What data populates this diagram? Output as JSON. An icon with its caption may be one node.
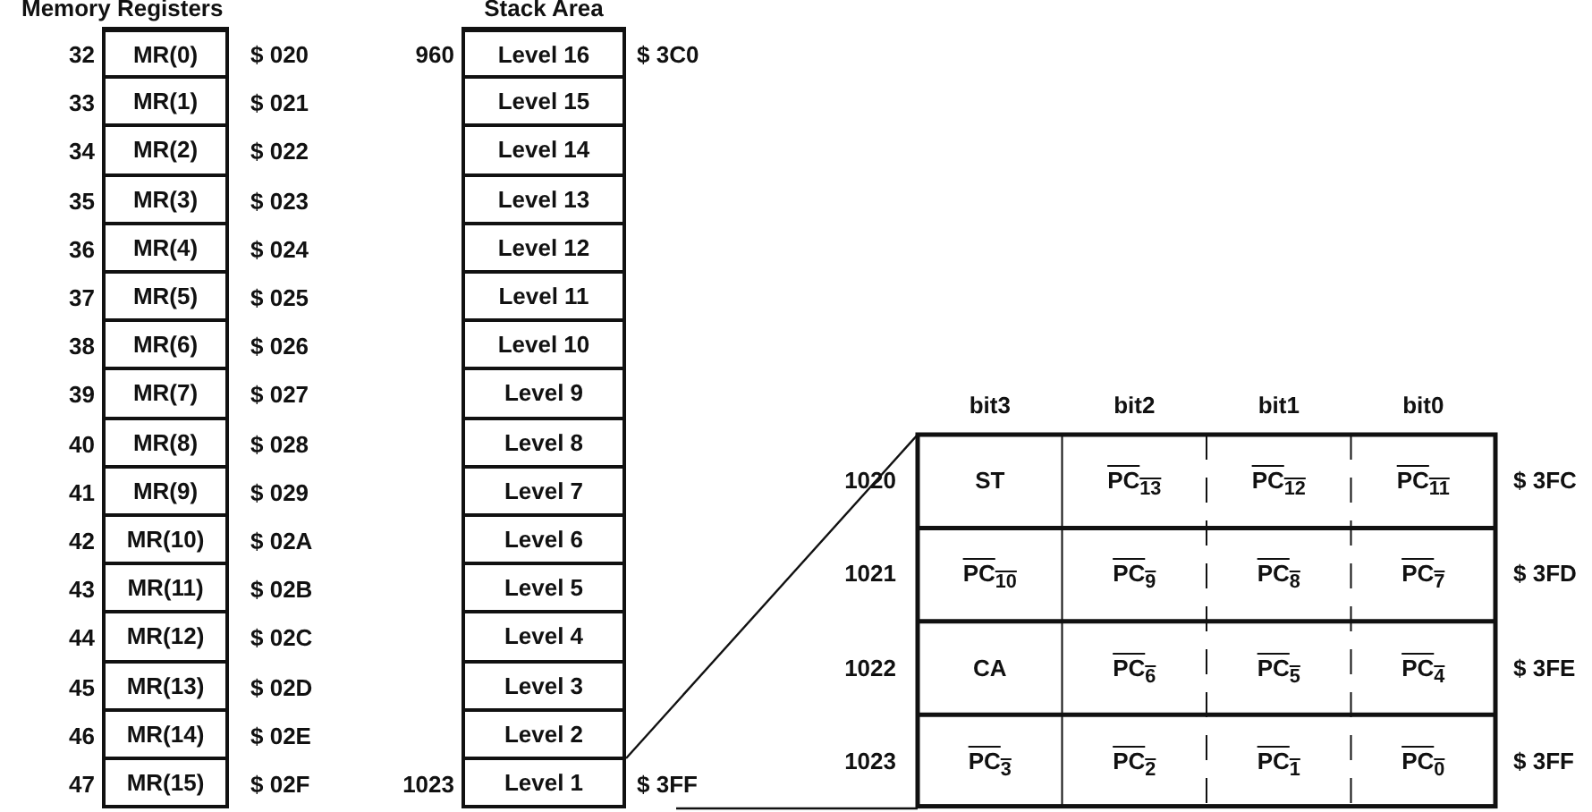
{
  "diagram": {
    "nodes": [
      {
        "text": [
          "MR(0)"
        ],
        "beside": [
          "32",
          "$ 020"
        ]
      },
      {
        "text": [
          "MR(1)"
        ],
        "beside": [
          "33",
          "$ 021"
        ]
      },
      {
        "text": [
          "MR(2)"
        ],
        "beside": [
          "34",
          "$ 022"
        ]
      },
      {
        "text": [
          "MR(3)"
        ],
        "beside": [
          "35",
          "$ 023"
        ]
      },
      {
        "text": [
          "MR(4)"
        ],
        "beside": [
          "36",
          "$ 024"
        ]
      },
      {
        "text": [
          "MR(5)"
        ],
        "beside": [
          "37",
          "$ 025"
        ]
      },
      {
        "text": [
          "MR(6)"
        ],
        "beside": [
          "38",
          "$ 026"
        ]
      },
      {
        "text": [
          "MR(7)"
        ],
        "beside": [
          "39",
          "$ 027"
        ]
      },
      {
        "text": [
          "MR(8)"
        ],
        "beside": [
          "40",
          "$ 028"
        ]
      },
      {
        "text": [
          "MR(9)"
        ],
        "beside": [
          "41",
          "$ 029"
        ]
      },
      {
        "text": [
          "MR(10)"
        ],
        "beside": [
          "42",
          "$ 02A"
        ]
      },
      {
        "text": [
          "MR(11)"
        ],
        "beside": [
          "43",
          "$ 02B"
        ]
      },
      {
        "text": [
          "MR(12)"
        ],
        "beside": [
          "44",
          "$ 02C"
        ]
      },
      {
        "text": [
          "MR(13)"
        ],
        "beside": [
          "45",
          "$ 02D"
        ]
      },
      {
        "text": [
          "MR(14)"
        ],
        "beside": [
          "46",
          "$ 02E"
        ]
      },
      {
        "text": [
          "MR(15)"
        ],
        "beside": [
          "47",
          "$ 02F"
        ]
      },
      {
        "text": [
          "Level 16"
        ],
        "beside": [
          "960",
          "$ 3C0"
        ]
      },
      {
        "text": [
          "Level 15"
        ]
      },
      {
        "text": [
          "Level 14"
        ]
      },
      {
        "text": [
          "Level 13"
        ]
      },
      {
        "text": [
          "Level 12"
        ]
      },
      {
        "text": [
          "Level 11"
        ]
      },
      {
        "text": [
          "Level 10"
        ]
      },
      {
        "text": [
          "Level 9"
        ]
      },
      {
        "text": [
          "Level 8"
        ]
      },
      {
        "text": [
          "Level 7"
        ]
      },
      {
        "text": [
          "Level 6"
        ]
      },
      {
        "text": [
          "Level 5"
        ]
      },
      {
        "text": [
          "Level 4"
        ]
      },
      {
        "text": [
          "Level 3"
        ]
      },
      {
        "text": [
          "Level 2"
        ]
      },
      {
        "text": [
          "Level 1"
        ],
        "beside": [
          "1023",
          "$ 3FF"
        ]
      }
    ],
    "labels": [
      "Memory Registers",
      "Stack Area",
      "bit3",
      "bit2",
      "bit1",
      "bit0",
      "1020",
      "ST",
      "PC$_{13}$",
      "PC$_{12}$",
      "PC$_{11}$",
      "$ 3FC",
      "1021",
      "PC$_{10}$",
      "PC$_{9}$",
      "PC$_{8}$",
      "PC$_{7}$",
      "$ 3FD",
      "1022",
      "CA",
      "PC$_{6}$",
      "PC$_{5}$",
      "PC$_{4}$",
      "$ 3FE",
      "1023",
      "PC$_{3}$",
      "PC$_{2}$",
      "PC$_{1}$",
      "PC$_{0}$",
      "$ 3FF"
    ]
  }
}
